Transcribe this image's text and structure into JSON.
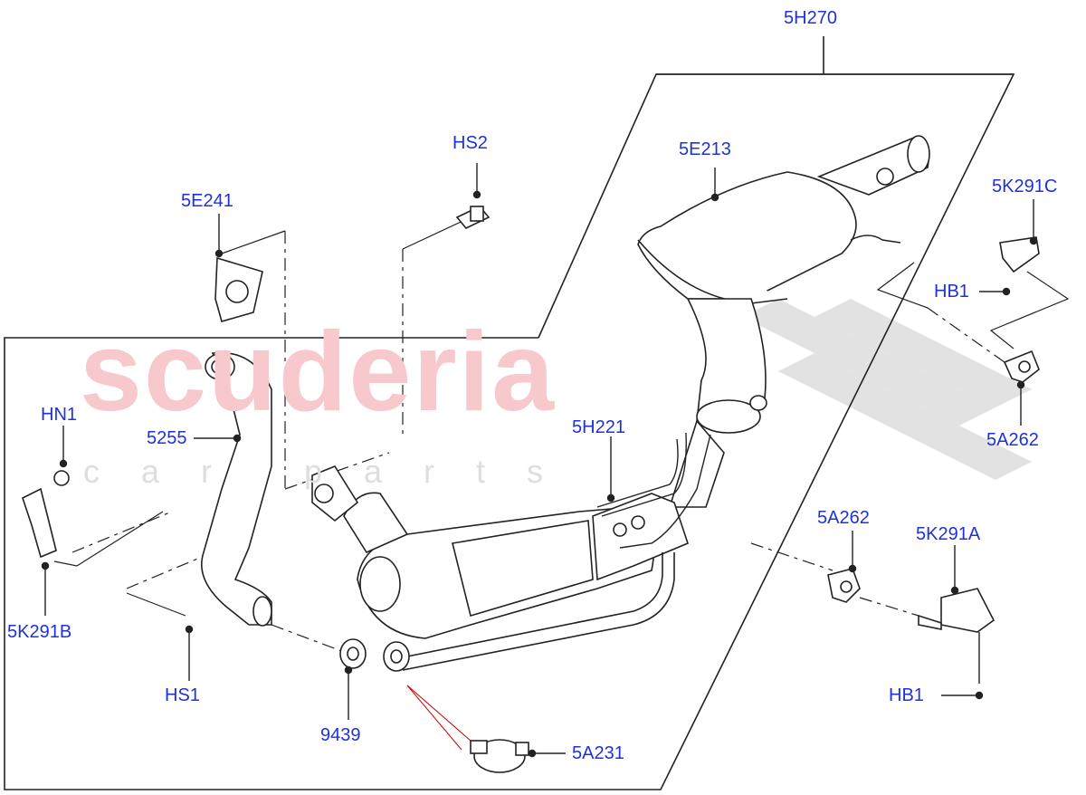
{
  "watermark": {
    "brand": "scuderia",
    "tagline": "car parts",
    "brand_color": "#f2a5ab",
    "checker_color": "#d8d8d8"
  },
  "colors": {
    "callout_text": "#1e32d8",
    "line_art": "#222222",
    "leader_highlight": "#cc0000"
  },
  "callouts": {
    "5H270": "5H270",
    "HS2": "HS2",
    "5E213": "5E213",
    "5E241": "5E241",
    "5K291C": "5K291C",
    "HB1_top": "HB1",
    "5A262_right": "5A262",
    "HN1": "HN1",
    "5255": "5255",
    "5H221": "5H221",
    "5K291B": "5K291B",
    "5A262_mid": "5A262",
    "5K291A": "5K291A",
    "HS1": "HS1",
    "9439": "9439",
    "HB1_bottom": "HB1",
    "5A231": "5A231"
  }
}
